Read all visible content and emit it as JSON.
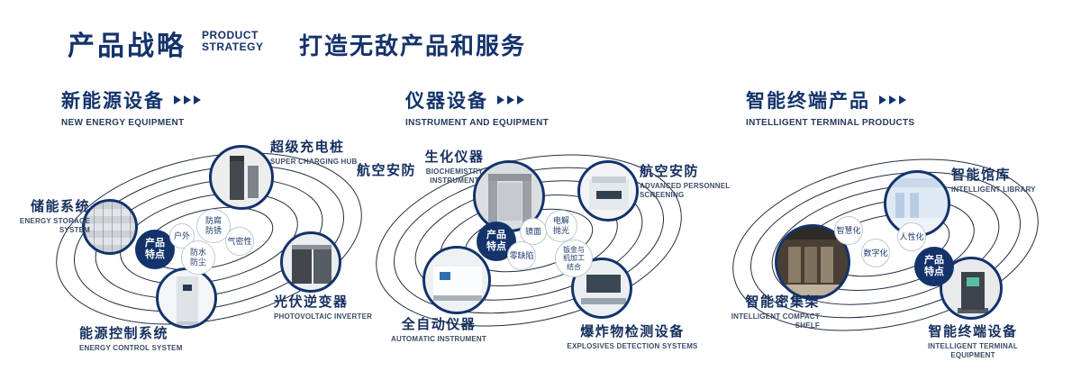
{
  "colors": {
    "accent": "#14336b",
    "ring": "#232f43"
  },
  "header": {
    "title_zh": "产品战略",
    "title_en_line1": "PRODUCT",
    "title_en_line2": "STRATEGY",
    "slogan": "打造无敌产品和服务"
  },
  "sections": [
    {
      "title_zh": "新能源设备",
      "title_en": "NEW ENERGY EQUIPMENT",
      "badge": "产品特点",
      "products": [
        {
          "zh": "超级充电桩",
          "en": "SUPER CHARGING HUB"
        },
        {
          "zh": "储能系统",
          "en": "ENERGY STORAGE SYSTEM"
        },
        {
          "zh": "光伏逆变器",
          "en": "PHOTOVOLTAIC INVERTER"
        },
        {
          "zh": "能源控制系统",
          "en": "ENERGY CONTROL SYSTEM"
        }
      ],
      "features": [
        "户外",
        "防腐防锈",
        "气密性",
        "防水防尘"
      ]
    },
    {
      "title_zh": "仪器设备",
      "title_en": "INSTRUMENT AND EQUIPMENT",
      "badge": "产品特点",
      "products": [
        {
          "zh": "生化仪器",
          "en": "BIOCHEMISTRY INSTRUMENT"
        },
        {
          "zh": "航空安防",
          "en": ""
        },
        {
          "zh": "航空安防",
          "en": "ADVANCED PERSONNEL SCREENING"
        },
        {
          "zh": "全自动仪器",
          "en": "AUTOMATIC INSTRUMENT"
        },
        {
          "zh": "爆炸物检测设备",
          "en": "EXPLOSIVES DETECTION SYSTEMS"
        }
      ],
      "features": [
        "镜面",
        "电解抛光",
        "零缺陷",
        "钣金与机加工结合"
      ]
    },
    {
      "title_zh": "智能终端产品",
      "title_en": "INTELLIGENT TERMINAL PRODUCTS",
      "badge": "产品特点",
      "products": [
        {
          "zh": "智能馆库",
          "en": "INTELLIGENT LIBRARY"
        },
        {
          "zh": "智能密集架",
          "en": "INTELLIGENT COMPACT SHELF"
        },
        {
          "zh": "智能终端设备",
          "en": "INTELLIGENT TERMINAL EQUIPMENT"
        }
      ],
      "features": [
        "智慧化",
        "人性化",
        "数字化"
      ]
    }
  ]
}
